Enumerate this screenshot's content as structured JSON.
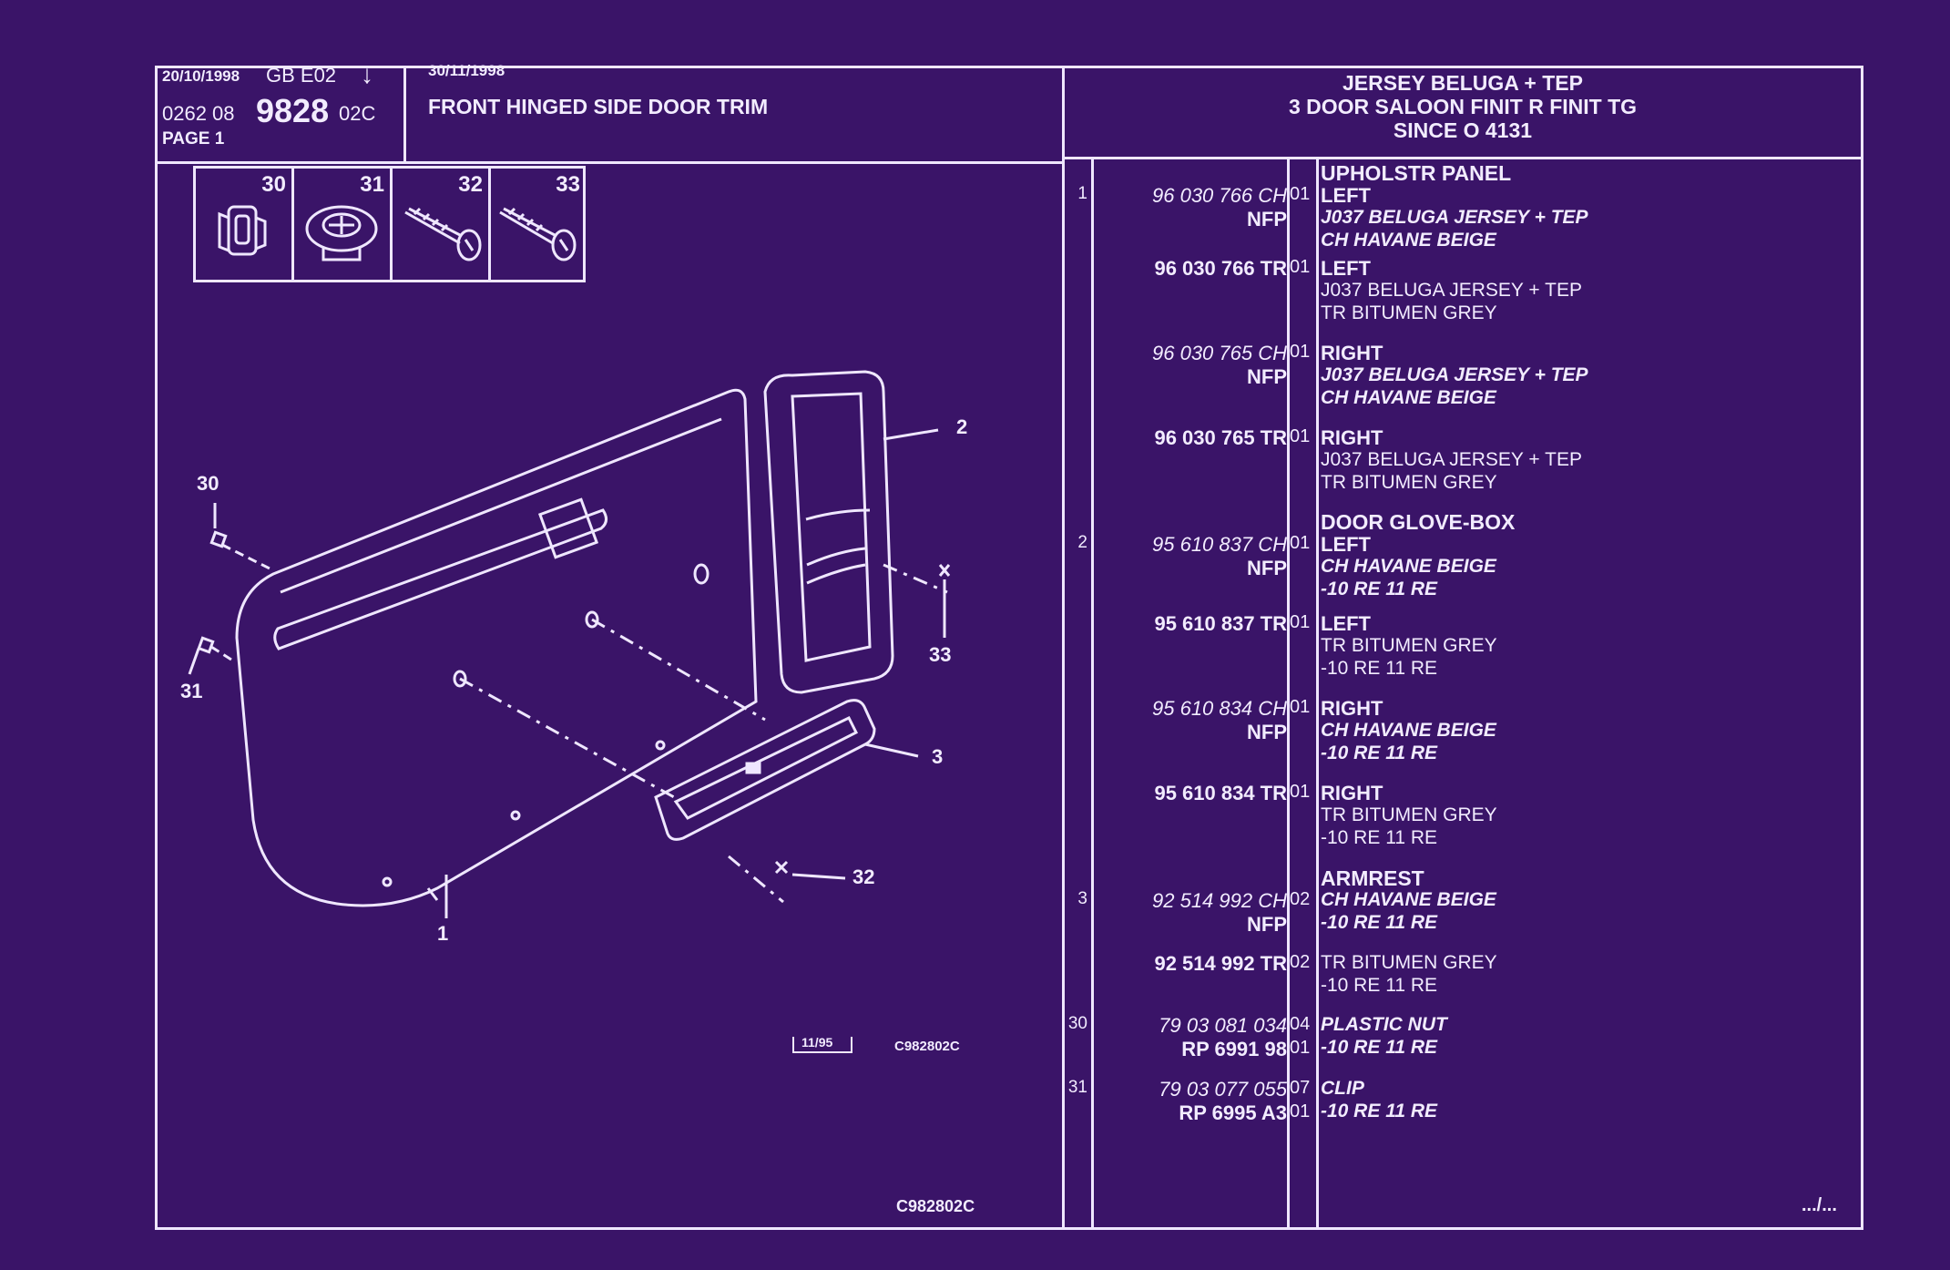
{
  "header": {
    "date1": "20/10/1998",
    "lang_code": "GB  E02",
    "arrow_glyph": "↓",
    "ref_prefix": "0262  08",
    "ref_main": "9828",
    "ref_suffix": "02C",
    "page": "PAGE  1",
    "date2": "30/11/1998",
    "title": "FRONT HINGED SIDE DOOR TRIM",
    "right_line1": "JERSEY BELUGA + TEP",
    "right_line2": "3 DOOR SALOON FINIT R FINIT TG",
    "right_line3": "SINCE  O   4131"
  },
  "ref_icons": [
    {
      "num": "30",
      "icon": "plastic-nut-icon"
    },
    {
      "num": "31",
      "icon": "clip-icon"
    },
    {
      "num": "32",
      "icon": "screw-icon"
    },
    {
      "num": "33",
      "icon": "screw-icon"
    }
  ],
  "diagram": {
    "callouts": [
      "2",
      "30",
      "33",
      "31",
      "3",
      "32",
      "1"
    ],
    "stamp_date": "11/95",
    "stamp_code": "C982802C",
    "footer_code": "C982802C"
  },
  "parts": [
    {
      "ref": "1",
      "part": "96 030 766 CH",
      "part_italic": true,
      "part2": "NFP",
      "qty": "01",
      "qty2": "",
      "heading": "UPHOLSTR PANEL",
      "side": "LEFT",
      "desc": [
        "J037 BELUGA JERSEY  +  TEP",
        "CH HAVANE BEIGE"
      ],
      "desc_italic": true
    },
    {
      "ref": "",
      "part": "96 030 766 TR",
      "part_italic": false,
      "part2": "",
      "qty": "01",
      "qty2": "",
      "heading": "",
      "side": "LEFT",
      "desc": [
        "J037 BELUGA JERSEY  +  TEP",
        "TR BITUMEN GREY"
      ],
      "desc_italic": false
    },
    {
      "ref": "",
      "part": "96 030 765 CH",
      "part_italic": true,
      "part2": "NFP",
      "qty": "01",
      "qty2": "",
      "heading": "",
      "side": "RIGHT",
      "desc": [
        "J037 BELUGA JERSEY  +  TEP",
        "CH HAVANE BEIGE"
      ],
      "desc_italic": true
    },
    {
      "ref": "",
      "part": "96 030 765 TR",
      "part_italic": false,
      "part2": "",
      "qty": "01",
      "qty2": "",
      "heading": "",
      "side": "RIGHT",
      "desc": [
        "J037 BELUGA JERSEY  +  TEP",
        "TR BITUMEN GREY"
      ],
      "desc_italic": false
    },
    {
      "ref": "2",
      "part": "95 610 837 CH",
      "part_italic": true,
      "part2": "NFP",
      "qty": "01",
      "qty2": "",
      "heading": "DOOR GLOVE-BOX",
      "side": "LEFT",
      "desc": [
        "CH HAVANE BEIGE",
        "-10 RE 11 RE"
      ],
      "desc_italic": true
    },
    {
      "ref": "",
      "part": "95 610 837 TR",
      "part_italic": false,
      "part2": "",
      "qty": "01",
      "qty2": "",
      "heading": "",
      "side": "LEFT",
      "desc": [
        "TR BITUMEN GREY",
        "-10 RE 11 RE"
      ],
      "desc_italic": false
    },
    {
      "ref": "",
      "part": "95 610 834 CH",
      "part_italic": true,
      "part2": "NFP",
      "qty": "01",
      "qty2": "",
      "heading": "",
      "side": "RIGHT",
      "desc": [
        "CH HAVANE BEIGE",
        "-10 RE 11 RE"
      ],
      "desc_italic": true
    },
    {
      "ref": "",
      "part": "95 610 834 TR",
      "part_italic": false,
      "part2": "",
      "qty": "01",
      "qty2": "",
      "heading": "",
      "side": "RIGHT",
      "desc": [
        "TR BITUMEN GREY",
        "-10 RE 11 RE"
      ],
      "desc_italic": false
    },
    {
      "ref": "3",
      "part": "92 514 992 CH",
      "part_italic": true,
      "part2": "NFP",
      "qty": "02",
      "qty2": "",
      "heading": "ARMREST",
      "side": "",
      "desc": [
        "CH HAVANE BEIGE",
        "-10 RE 11 RE"
      ],
      "desc_italic": true
    },
    {
      "ref": "",
      "part": "92 514 992 TR",
      "part_italic": false,
      "part2": "",
      "qty": "02",
      "qty2": "",
      "heading": "",
      "side": "",
      "desc": [
        "TR BITUMEN GREY",
        "-10 RE 11 RE"
      ],
      "desc_italic": false
    },
    {
      "ref": "30",
      "part": "79 03 081 034",
      "part_italic": true,
      "part2": "RP  6991 98",
      "qty": "04",
      "qty2": "01",
      "heading": "",
      "side": "",
      "desc": [
        "PLASTIC NUT",
        "-10 RE 11 RE"
      ],
      "desc_italic": true
    },
    {
      "ref": "31",
      "part": "79 03 077 055",
      "part_italic": true,
      "part2": "RP  6995 A3",
      "qty": "07",
      "qty2": "01",
      "heading": "",
      "side": "",
      "desc": [
        "CLIP",
        "-10 RE 11 RE"
      ],
      "desc_italic": true
    }
  ],
  "continuation": ".../..."
}
